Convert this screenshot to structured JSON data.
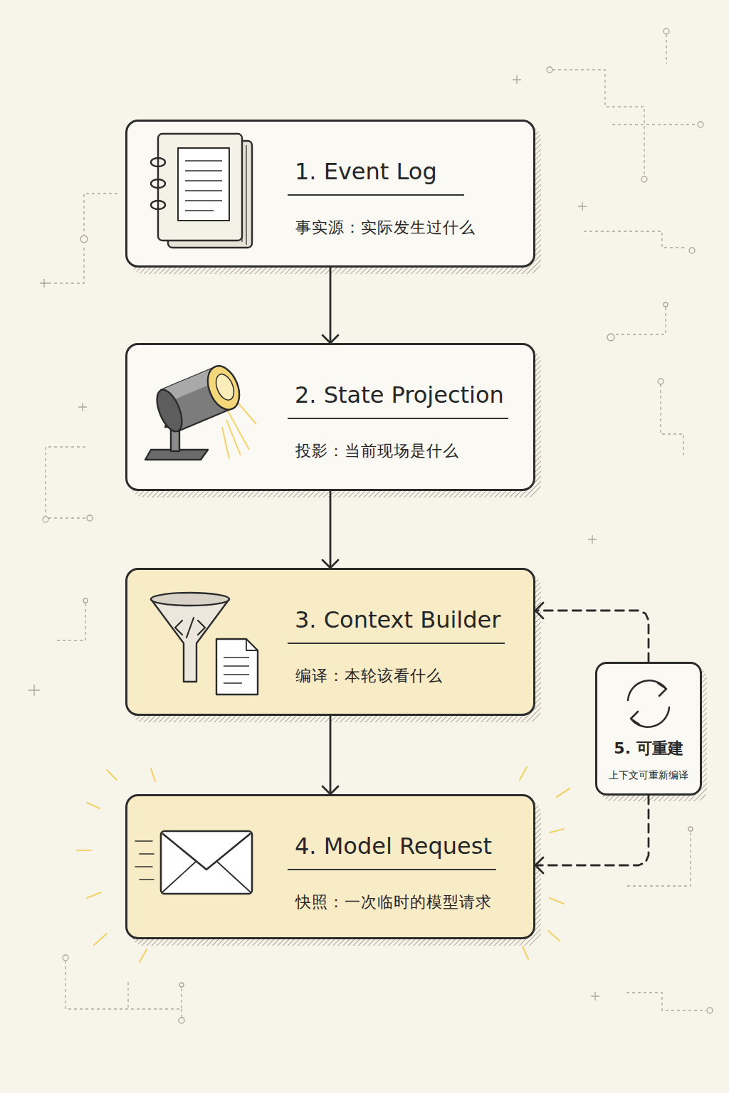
{
  "diagram": {
    "nodes": [
      {
        "text": [
          "1. Event Log",
          "事实源：实际发生过什么"
        ]
      },
      {
        "text": [
          "2. State Projection",
          "投影：当前现场是什么"
        ]
      },
      {
        "text": [
          "3. Context Builder",
          "编译：本轮该看什么"
        ]
      },
      {
        "text": [
          "4. Model Request",
          "快照：一次临时的模型请求"
        ]
      },
      {
        "text": [
          "5. 可重建",
          "上下文可重新编译"
        ]
      }
    ],
    "edges": [
      {
        "from": 0,
        "to": 1,
        "arrow": "to"
      },
      {
        "from": 1,
        "to": 2,
        "arrow": "to"
      },
      {
        "from": 2,
        "to": 3,
        "arrow": "to"
      },
      {
        "from": 4,
        "to": 2,
        "arrow": "to"
      },
      {
        "from": 4,
        "to": 3,
        "arrow": "to"
      }
    ]
  }
}
